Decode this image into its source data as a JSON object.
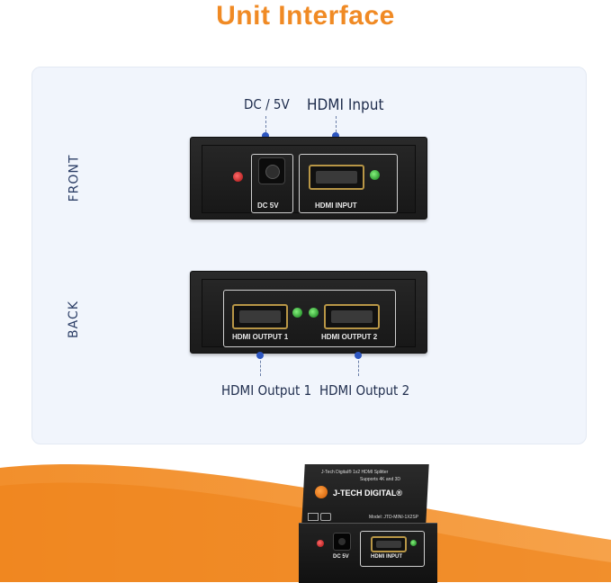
{
  "title": "Unit Interface",
  "colors": {
    "accent": "#F08A24",
    "panel_bg": "#F1F5FC",
    "callout_dot": "#2D56C0"
  },
  "front": {
    "side_label": "FRONT",
    "callouts": {
      "dc": "DC / 5V",
      "hdmi_input": "HDMI Input"
    },
    "device_labels": {
      "dc": "DC 5V",
      "hdmi_input": "HDMI INPUT"
    }
  },
  "back": {
    "side_label": "BACK",
    "callouts": {
      "out1": "HDMI Output 1",
      "out2": "HDMI Output 2"
    },
    "device_labels": {
      "out1": "HDMI OUTPUT 1",
      "out2": "HDMI OUTPUT 2"
    }
  },
  "product": {
    "top_line1": "J-Tech Digital® 1x2 HDMI Splitter",
    "top_line2": "Supports 4K and 3D",
    "brand": "J-TECH DIGITAL®",
    "model": "Model: JTD-MINI-1X2SP",
    "dc_label": "DC 5V",
    "hdmi_label": "HDMI INPUT"
  }
}
